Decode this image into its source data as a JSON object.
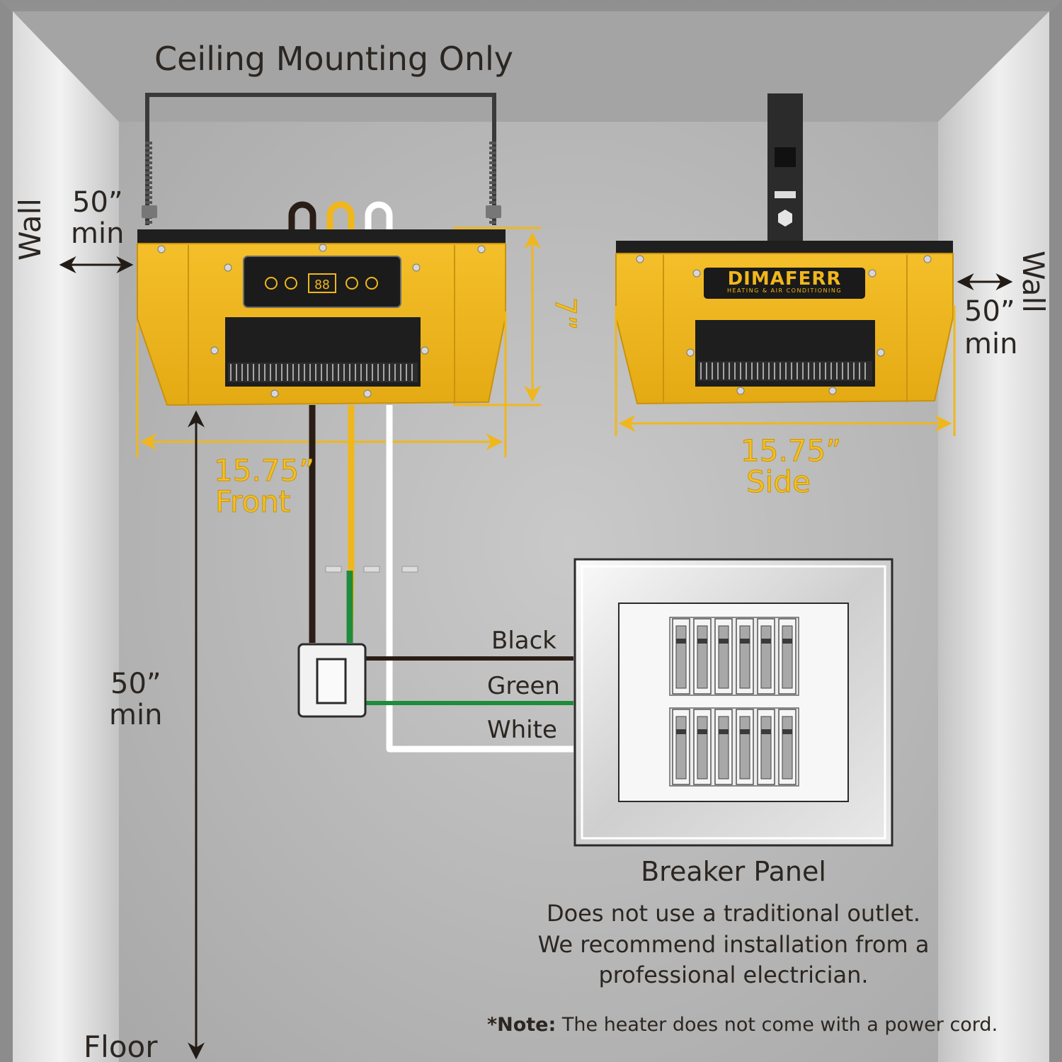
{
  "title": "Ceiling Mounting Only",
  "left_wall": {
    "label": "Wall",
    "clearance_value": "50”",
    "clearance_unit": "min"
  },
  "right_wall": {
    "label": "Wall",
    "clearance_value": "50”",
    "clearance_unit": "min"
  },
  "floor": {
    "label": "Floor",
    "clearance_value": "50”",
    "clearance_unit": "min"
  },
  "dimensions": {
    "height": "7”",
    "front_width": "15.75”",
    "front_label": "Front",
    "side_width": "15.75”",
    "side_label": "Side"
  },
  "heater": {
    "brand": "DIMAFERR",
    "tagline": "HEATING & AIR CONDITIONING",
    "display": "88",
    "body_color": "#f2b91f"
  },
  "wires": [
    "Black",
    "Green",
    "White"
  ],
  "wire_colors": {
    "black": "#2a1d15",
    "green": "#1e8c3a",
    "white": "#ffffff"
  },
  "breaker_panel": {
    "label": "Breaker Panel",
    "rows": 2,
    "breakers_per_row": 6
  },
  "notice": [
    "Does not use a traditional outlet.",
    "We recommend installation from a",
    "professional electrician."
  ],
  "footnote": {
    "label": "*Note:",
    "text": "The heater does not come with a power cord."
  }
}
